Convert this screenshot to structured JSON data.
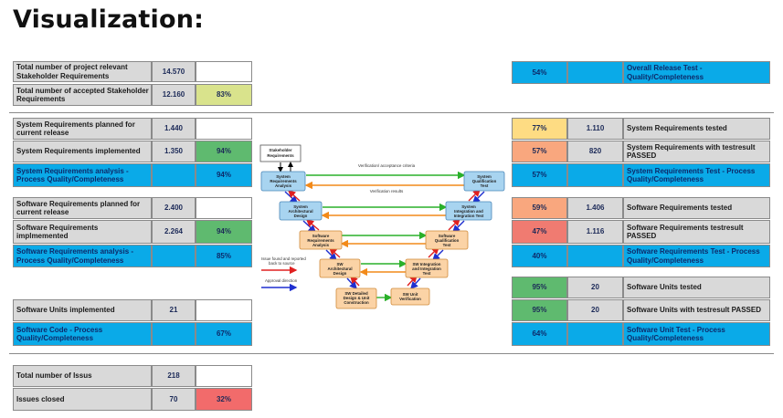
{
  "title": "Visualization:",
  "left": {
    "r1": {
      "label": "Total number of project relevant Stakeholder Requirements",
      "value": "14.570"
    },
    "r2": {
      "label": "Total number of accepted Stakeholder Requirements",
      "value": "12.160",
      "pct": "83%"
    },
    "r3": {
      "label": "System Requirements planned for current release",
      "value": "1.440"
    },
    "r4": {
      "label": "System Requirements implemented",
      "value": "1.350",
      "pct": "94%"
    },
    "r5": {
      "label": "System Requirements analysis - Process Quality/Completeness",
      "pct": "94%"
    },
    "r6": {
      "label": "Software Requirements planned for current release",
      "value": "2.400"
    },
    "r7": {
      "label": "Software Requirements implmemented",
      "value": "2.264",
      "pct": "94%"
    },
    "r8": {
      "label": "Software Requirements analysis - Process Quality/Completeness",
      "pct": "85%"
    },
    "r9": {
      "label": "Software Units implemented",
      "value": "21"
    },
    "r10": {
      "label": "Software Code - Process Quality/Completeness",
      "pct": "67%"
    },
    "r11": {
      "label": "Total number of Issus",
      "value": "218"
    },
    "r12": {
      "label": "Issues closed",
      "value": "70",
      "pct": "32%"
    }
  },
  "right": {
    "r1": {
      "pct": "54%",
      "label": "Overall Release Test - Quality/Completeness"
    },
    "r2": {
      "pct": "77%",
      "value": "1.110",
      "label": "System Requirements tested"
    },
    "r3": {
      "pct": "57%",
      "value": "820",
      "label": "System Requirements with testresult PASSED"
    },
    "r4": {
      "pct": "57%",
      "label": "System Requirements Test - Process Quality/Completeness"
    },
    "r5": {
      "pct": "59%",
      "value": "1.406",
      "label": "Software Requirements tested"
    },
    "r6": {
      "pct": "47%",
      "value": "1.116",
      "label": "Software Requirements testresult PASSED"
    },
    "r7": {
      "pct": "40%",
      "label": "Software Requirements Test - Process Quality/Completeness"
    },
    "r8": {
      "pct": "95%",
      "value": "20",
      "label": "Software Units tested"
    },
    "r9": {
      "pct": "95%",
      "value": "20",
      "label": "Software Units with testresult PASSED"
    },
    "r10": {
      "pct": "64%",
      "label": "Software Unit Test - Process Quality/Completeness"
    }
  },
  "diagram": {
    "stakeholder": "Stakeholder Requirements",
    "sys_req": "System Requirements Analysis",
    "sys_arch": "System Architectural Design",
    "sw_req": "Software Requirements Analysis",
    "sw_arch": "SW Architectural Design",
    "sw_detail": "SW Detailed Design & Unit Construction",
    "sw_unit": "SW Unit Verification",
    "sw_int": "SW Integration and Integration Test",
    "sw_qual": "Software Qualification Test",
    "sys_int": "System Integration and Integration Test",
    "sys_qual": "System Qualification Test",
    "verif_criteria": "Verification/ acceptance criteria",
    "verif_results": "Verification results",
    "legend_issue": "Issue found and reported back to source",
    "legend_approval": "Approval direction"
  }
}
